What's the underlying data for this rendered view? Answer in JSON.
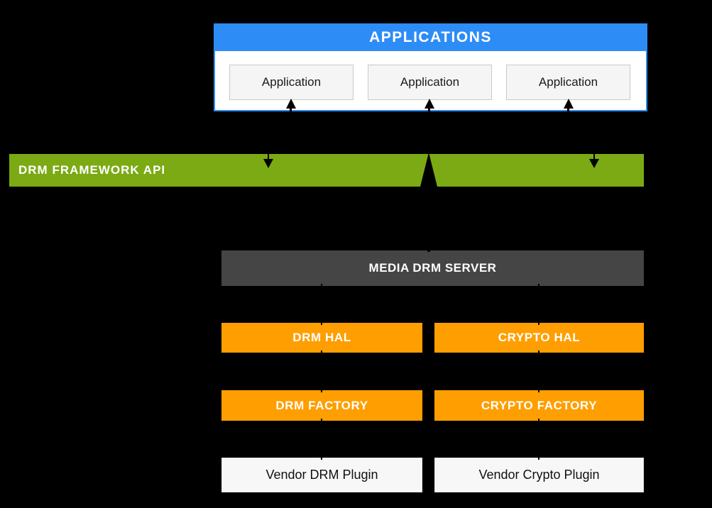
{
  "colors": {
    "background": "#000000",
    "applications_blue": "#2e8cf6",
    "framework_green": "#7baa14",
    "hal_orange": "#ff9e00",
    "server_gray": "#454545",
    "app_box_gray": "#f5f5f5",
    "vendor_box_gray": "#f7f7f7",
    "arrow_black": "#000000"
  },
  "applications": {
    "header": "APPLICATIONS",
    "items": [
      "Application",
      "Application",
      "Application"
    ]
  },
  "framework": {
    "label": "DRM FRAMEWORK API"
  },
  "server": {
    "label": "MEDIA DRM SERVER"
  },
  "hal": {
    "drm": "DRM HAL",
    "crypto": "CRYPTO HAL"
  },
  "factory": {
    "drm": "DRM FACTORY",
    "crypto": "CRYPTO FACTORY"
  },
  "vendor": {
    "drm": "Vendor DRM Plugin",
    "crypto": "Vendor Crypto Plugin"
  }
}
